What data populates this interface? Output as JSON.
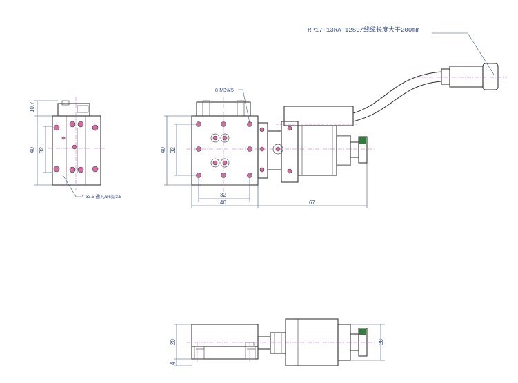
{
  "cable_note": "RP17-13RA-12SD/线缆长度大于200mm",
  "screw_note_top": "8-M3深5",
  "hole_note_side": "4-⌀3.5 通孔/⌀6深3.5",
  "side_view": {
    "dim_top": "10.7",
    "dim_height": "40",
    "dim_inner": "32"
  },
  "top_view": {
    "dim_height": "40",
    "dim_inner": "32",
    "dim_bottom_inner": "32",
    "dim_bottom": "40",
    "dim_motor": "67"
  },
  "front_view": {
    "dim_height": "20",
    "dim_base": "4",
    "dim_motor_height": "28"
  },
  "colors": {
    "outline": "#3a3a3a",
    "dimension": "#3a4f8a",
    "center_line": "#c060c0",
    "hole": "#d070a0",
    "knob": "#2e7d3b"
  }
}
